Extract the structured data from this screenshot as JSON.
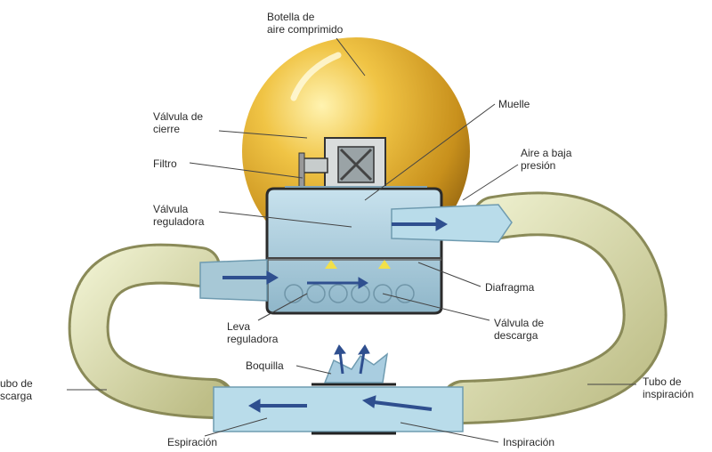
{
  "diagram": {
    "labels": {
      "bottle": "Botella de\naire comprimido",
      "shutoff_valve": "Válvula de\ncierre",
      "filter": "Filtro",
      "regulator_valve": "Válvula\nreguladora",
      "spring": "Muelle",
      "low_pressure_air": "Aire a baja\npresión",
      "diaphragm": "Diafragma",
      "exhaust_valve": "Válvula de\ndescarga",
      "regulator_lever": "Leva\nreguladora",
      "mouthpiece": "Boquilla",
      "exhaust_tube": "ubo de\nscarga",
      "inhalation_tube": "Tubo de\ninspiración",
      "exhalation": "Espiración",
      "inhalation": "Inspiración"
    },
    "colors": {
      "bottle": "#e8b42a",
      "hose": "#d7d7a4",
      "body": "#a9cde0",
      "arrow": "#2f4f8f",
      "flow_up": "#f2e04a",
      "leader": "#555555"
    }
  }
}
